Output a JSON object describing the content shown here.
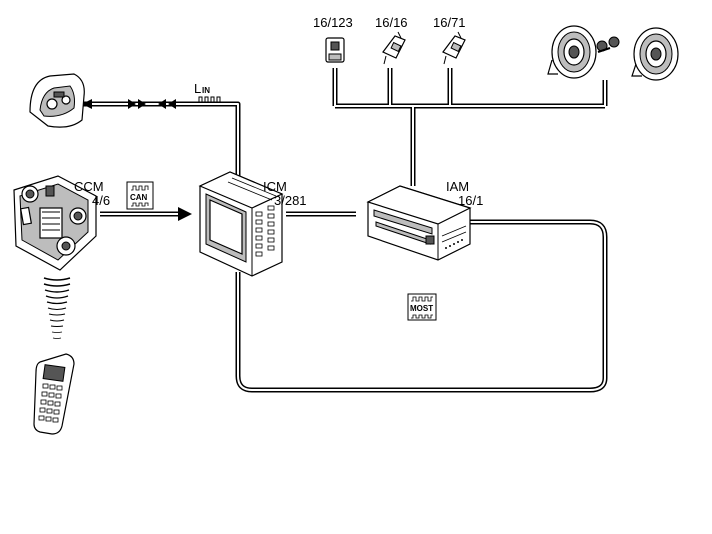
{
  "labels": {
    "ccm_name": "CCM",
    "ccm_code": "4/6",
    "icm_name": "ICM",
    "icm_code": "3/281",
    "iam_name": "IAM",
    "iam_code": "16/1",
    "c1": "16/123",
    "c2": "16/16",
    "c3": "16/71",
    "lin_l": "L",
    "lin_sub": "IN",
    "can": "CAN",
    "most": "MOST"
  },
  "icons": {
    "steering": "steering-wheel-control-icon",
    "ccm": "control-panel-icon",
    "remote": "remote-control-icon",
    "icm": "display-module-icon",
    "iam": "audio-module-icon",
    "speakers": "speaker-icon"
  }
}
